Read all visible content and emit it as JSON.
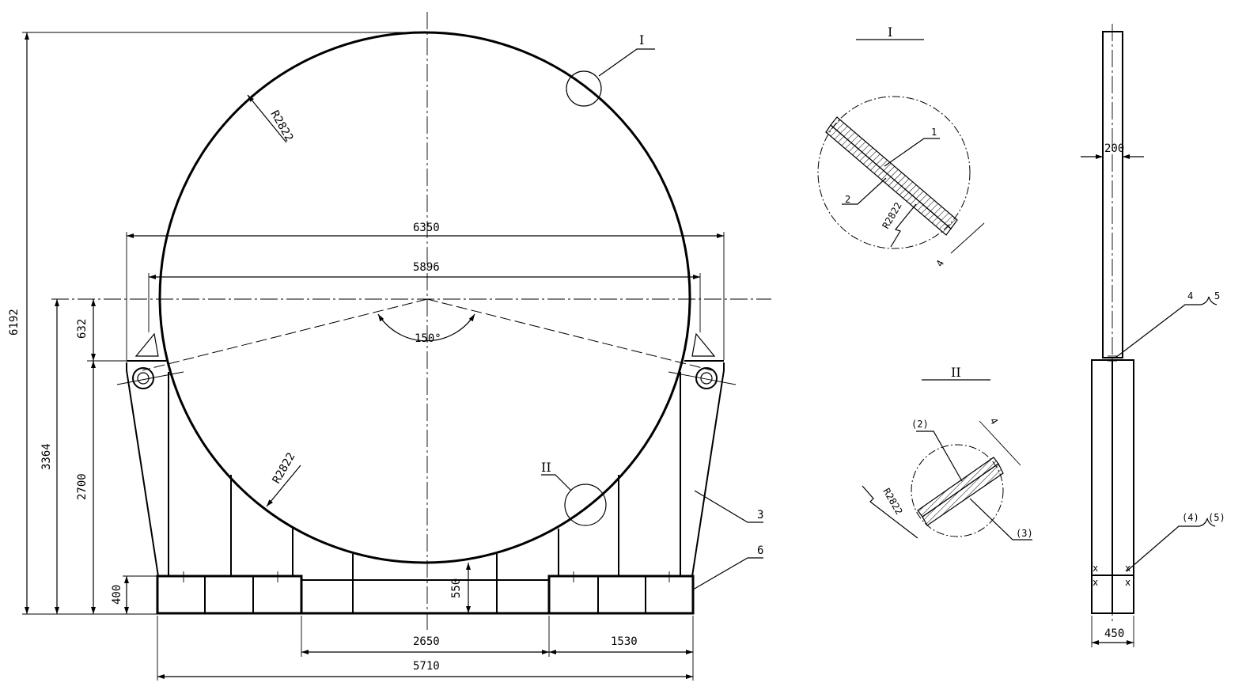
{
  "front_view": {
    "overall_height": "6192",
    "height_center": "3364",
    "height_saddle": "2700",
    "height_632": "632",
    "height_base": "400",
    "height_550": "550",
    "radius_top": "R2822",
    "radius_bottom": "R2822",
    "width_6350": "6350",
    "width_5896": "5896",
    "angle": "150°",
    "width_2650": "2650",
    "width_1530": "1530",
    "width_5710": "5710",
    "callout_detail_1": "I",
    "callout_detail_2": "II",
    "part_3": "3",
    "part_6": "6"
  },
  "detail_I": {
    "title": "I",
    "part_1": "1",
    "part_2": "2",
    "radius": "R2822",
    "thickness": "4"
  },
  "detail_II": {
    "title": "II",
    "part_2": "(2)",
    "part_3": "(3)",
    "radius": "R2822",
    "thickness": "4"
  },
  "side_view": {
    "width_200": "200",
    "width_450": "450",
    "part_4": "4",
    "part_5": "5",
    "part_4p": "(4)",
    "part_5p": "(5)"
  }
}
